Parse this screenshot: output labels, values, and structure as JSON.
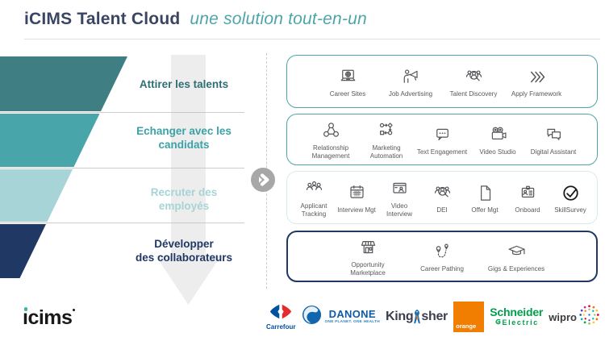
{
  "header": {
    "title_main": "iCIMS Talent Cloud",
    "title_accent": "une solution tout-en-un"
  },
  "accent_color": "#4da5a9",
  "funnel": {
    "stages": [
      {
        "label": "Attirer les talents",
        "lines": [
          "Attirer les talents"
        ],
        "fill": "#3f7f83",
        "text_color": "#2d6f73"
      },
      {
        "label": "Echanger avec les candidats",
        "lines": [
          "Echanger avec les",
          "candidats"
        ],
        "fill": "#48a5aa",
        "text_color": "#3da2a7"
      },
      {
        "label": "Recruter des employés",
        "lines": [
          "Recruter des",
          "employés"
        ],
        "fill": "#a7d4d6",
        "text_color": "#a7d4d6"
      },
      {
        "label": "Développer des collaborateurs",
        "lines": [
          "Développer",
          "des collaborateurs"
        ],
        "fill": "#203864",
        "text_color": "#203864"
      }
    ]
  },
  "solution_rows": [
    {
      "id": "attract",
      "border_color": "#4da5a9",
      "items": [
        {
          "icon": "career-sites-icon",
          "label": "Career Sites"
        },
        {
          "icon": "job-advertising-icon",
          "label": "Job Advertising"
        },
        {
          "icon": "talent-discovery-icon",
          "label": "Talent Discovery"
        },
        {
          "icon": "apply-framework-icon",
          "label": "Apply Framework"
        }
      ]
    },
    {
      "id": "engage",
      "border_color": "#4da5a9",
      "items": [
        {
          "icon": "relationship-management-icon",
          "label": "Relationship Management"
        },
        {
          "icon": "marketing-automation-icon",
          "label": "Marketing Automation"
        },
        {
          "icon": "text-engagement-icon",
          "label": "Text Engagement"
        },
        {
          "icon": "video-studio-icon",
          "label": "Video Studio"
        },
        {
          "icon": "digital-assistant-icon",
          "label": "Digital Assistant"
        }
      ]
    },
    {
      "id": "hire",
      "border_color": "#d8eaeb",
      "items": [
        {
          "icon": "applicant-tracking-icon",
          "label": "Applicant Tracking"
        },
        {
          "icon": "interview-mgt-icon",
          "label": "Interview Mgt"
        },
        {
          "icon": "video-interview-icon",
          "label": "Video Interview"
        },
        {
          "icon": "dei-icon",
          "label": "DEI"
        },
        {
          "icon": "offer-mgt-icon",
          "label": "Offer Mgt"
        },
        {
          "icon": "onboard-icon",
          "label": "Onboard"
        },
        {
          "icon": "skillsurvey-icon",
          "label": "SkillSurvey"
        }
      ]
    },
    {
      "id": "advance",
      "border_color": "#203864",
      "items": [
        {
          "icon": "opportunity-marketplace-icon",
          "label": "Opportunity Marketplace"
        },
        {
          "icon": "career-pathing-icon",
          "label": "Career Pathing"
        },
        {
          "icon": "gigs-experiences-icon",
          "label": "Gigs & Experiences"
        }
      ]
    }
  ],
  "partners": [
    {
      "id": "carrefour",
      "label": "Carrefour"
    },
    {
      "id": "danone",
      "label": "DANONE",
      "tagline": "ONE PLANET. ONE HEALTH"
    },
    {
      "id": "kingfisher",
      "label_pre": "King",
      "label_post": "sher"
    },
    {
      "id": "orange",
      "label": "orange"
    },
    {
      "id": "schneider",
      "label": "Schneider",
      "label2": "Electric"
    },
    {
      "id": "wipro",
      "label": "wipro"
    }
  ],
  "footer": {
    "brand": "icims"
  }
}
